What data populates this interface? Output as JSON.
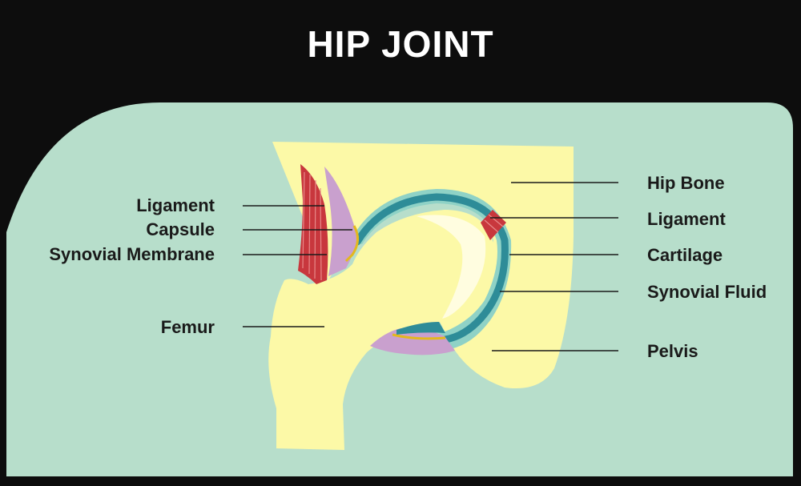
{
  "title": "HIP JOINT",
  "labels_left": {
    "ligament": "Ligament",
    "capsule": "Capsule",
    "synovial_membrane": "Synovial Membrane",
    "femur": "Femur"
  },
  "labels_right": {
    "hip_bone": "Hip Bone",
    "ligament": "Ligament",
    "cartilage": "Cartilage",
    "synovial_fluid": "Synovial Fluid",
    "pelvis": "Pelvis"
  },
  "colors": {
    "background": "#0d0d0d",
    "panel": "#b7decb",
    "bone": "#fcf9a7",
    "cartilage": "#2e8c98",
    "synovial_fluid": "#8fd2c6",
    "ligament": "#c8373d",
    "capsule": "#c9a0ce",
    "membrane": "#e3b81d"
  }
}
